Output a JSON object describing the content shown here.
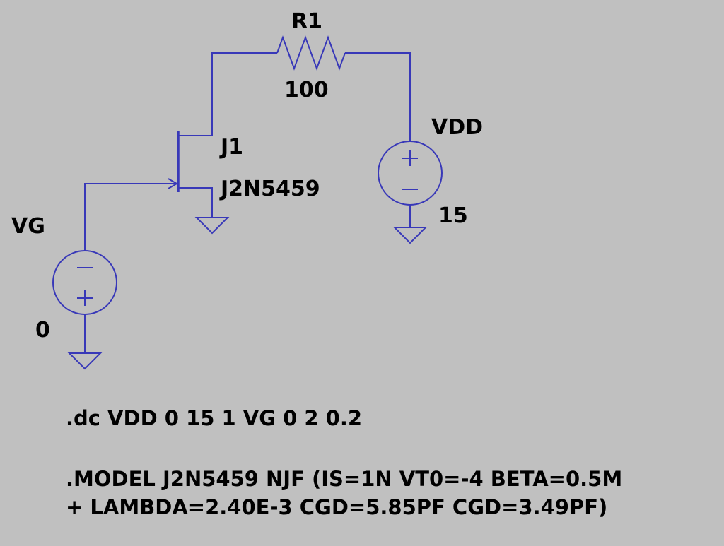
{
  "colors": {
    "bg": "#c0c0c0",
    "wire": "#3838b8",
    "text": "#000000"
  },
  "components": {
    "r1": {
      "name": "R1",
      "value": "100"
    },
    "j1": {
      "name": "J1",
      "model": "J2N5459"
    },
    "vdd": {
      "name": "VDD",
      "value": "15"
    },
    "vg": {
      "name": "VG",
      "value": "0"
    }
  },
  "directives": {
    "dc_sweep": ".dc VDD 0 15 1 VG 0 2 0.2",
    "model_line1": ".MODEL J2N5459 NJF (IS=1N VT0=-4 BETA=0.5M",
    "model_line2": "+ LAMBDA=2.40E-3 CGD=5.85PF CGD=3.49PF)"
  }
}
